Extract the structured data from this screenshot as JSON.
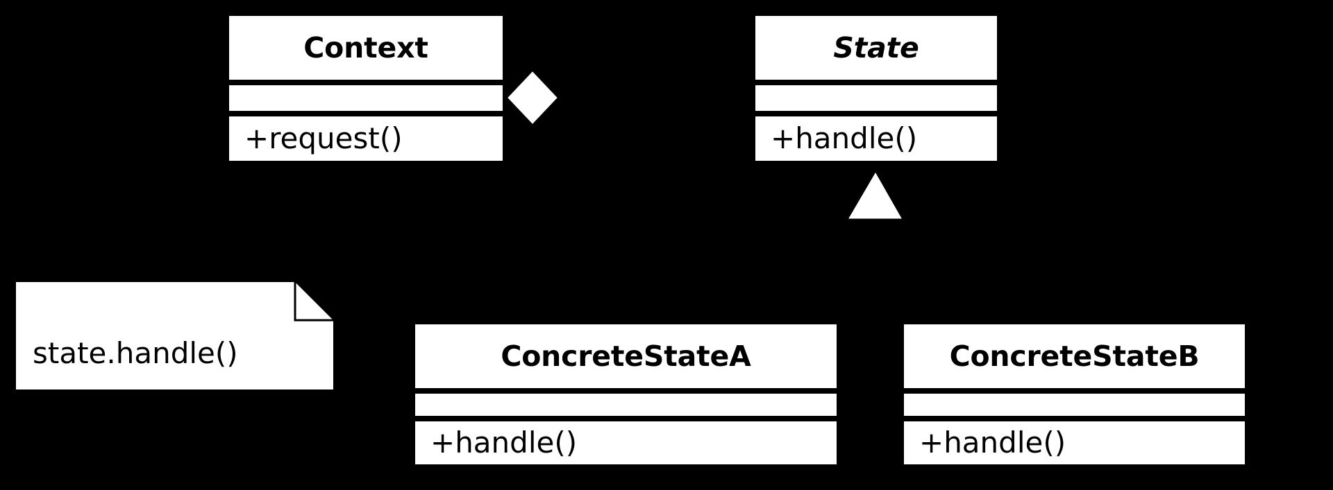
{
  "diagram": {
    "kind": "uml-class-diagram",
    "pattern_name": "State",
    "background_color": "#000000",
    "foreground_color": "#ffffff",
    "text_color": "#000000"
  },
  "classes": {
    "context": {
      "name": "Context",
      "abstract": false,
      "attributes": [],
      "operations": [
        "+request()"
      ],
      "operation_0": "+request()"
    },
    "state": {
      "name": "State",
      "abstract": true,
      "attributes": [],
      "operations": [
        "+handle()"
      ],
      "operation_0": "+handle()"
    },
    "concrete_state_a": {
      "name": "ConcreteStateA",
      "abstract": false,
      "attributes": [],
      "operations": [
        "+handle()"
      ],
      "operation_0": "+handle()"
    },
    "concrete_state_b": {
      "name": "ConcreteStateB",
      "abstract": false,
      "attributes": [],
      "operations": [
        "+handle()"
      ],
      "operation_0": "+handle()"
    }
  },
  "notes": {
    "context_note": {
      "text": "state.handle()"
    }
  },
  "relationships": {
    "aggregation": {
      "type": "aggregation",
      "source": "Context",
      "target": "State",
      "marker": "filled-diamond"
    },
    "generalization_a": {
      "type": "generalization",
      "source": "ConcreteStateA",
      "target": "State",
      "marker": "hollow-triangle"
    },
    "generalization_b": {
      "type": "generalization",
      "source": "ConcreteStateB",
      "target": "State",
      "marker": "hollow-triangle"
    }
  }
}
